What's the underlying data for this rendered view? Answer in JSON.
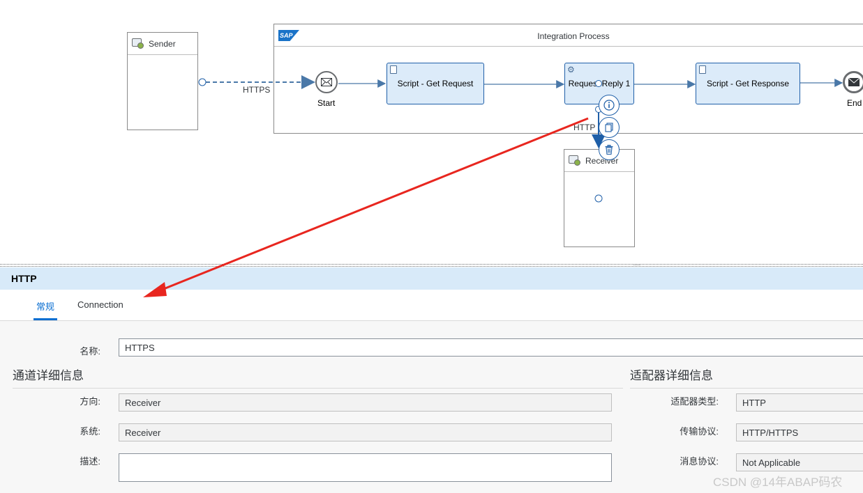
{
  "diagram": {
    "sender": {
      "label": "Sender"
    },
    "process": {
      "title": "Integration Process",
      "logo": "SAP"
    },
    "start": {
      "label": "Start"
    },
    "end": {
      "label": "End"
    },
    "steps": {
      "script_get_request": "Script - Get Request",
      "request_reply": "Request Reply 1",
      "script_get_response": "Script - Get Response"
    },
    "receiver": {
      "label": "Receiver"
    },
    "connections": {
      "sender_https": "HTTPS",
      "receiver_http": "HTTP"
    },
    "context_buttons": [
      "info-icon",
      "copy-icon",
      "delete-icon"
    ]
  },
  "panel": {
    "title": "HTTP",
    "tabs": [
      {
        "label": "常规",
        "active": true
      },
      {
        "label": "Connection",
        "active": false
      }
    ],
    "name_label": "名称:",
    "name_value": "HTTPS",
    "channel_section": {
      "title": "通道详细信息",
      "direction_label": "方向:",
      "direction_value": "Receiver",
      "system_label": "系统:",
      "system_value": "Receiver",
      "description_label": "描述:",
      "description_value": ""
    },
    "adapter_section": {
      "title": "适配器详细信息",
      "type_label": "适配器类型:",
      "type_value": "HTTP",
      "transport_label": "传输协议:",
      "transport_value": "HTTP/HTTPS",
      "message_label": "消息协议:",
      "message_value": "Not Applicable"
    }
  },
  "watermark": "CSDN @14年ABAP码农",
  "colors": {
    "accent": "#0a6ed1",
    "step_fill": "#dcebf9",
    "annotation_arrow": "#e8261f",
    "panel_header": "#d8eaf9"
  }
}
